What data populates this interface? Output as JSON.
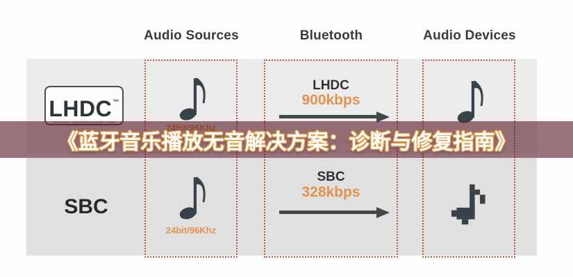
{
  "banner": {
    "title": "《蓝牙音乐播放无音解决方案：诊断与修复指南》"
  },
  "headers": {
    "sources": "Audio Sources",
    "bluetooth": "Bluetooth",
    "devices": "Audio Devices"
  },
  "rows": [
    {
      "logo": {
        "text": "LHDC",
        "tm": "™",
        "tagline": "low latency · high definition audio · codec"
      },
      "source_caption": "24bit/96Khz",
      "link": {
        "codec": "LHDC",
        "bitrate": "900kbps"
      }
    },
    {
      "label": "SBC",
      "source_caption": "24bit/96Khz",
      "link": {
        "codec": "SBC",
        "bitrate": "328kbps"
      }
    }
  ],
  "colors": {
    "accent_orange": "#e2924e",
    "note_ink": "#39424a",
    "arrow_ink": "#42474c",
    "dotted_border": "#b35a50",
    "banner_overlay": "rgba(94,29,42,0.62)",
    "banner_text": "#ffffff",
    "banner_outline": "#df9a44",
    "panel_top": "#ececec",
    "panel_bottom": "#e0e0e0",
    "heading_ink": "#3b3b3b"
  }
}
